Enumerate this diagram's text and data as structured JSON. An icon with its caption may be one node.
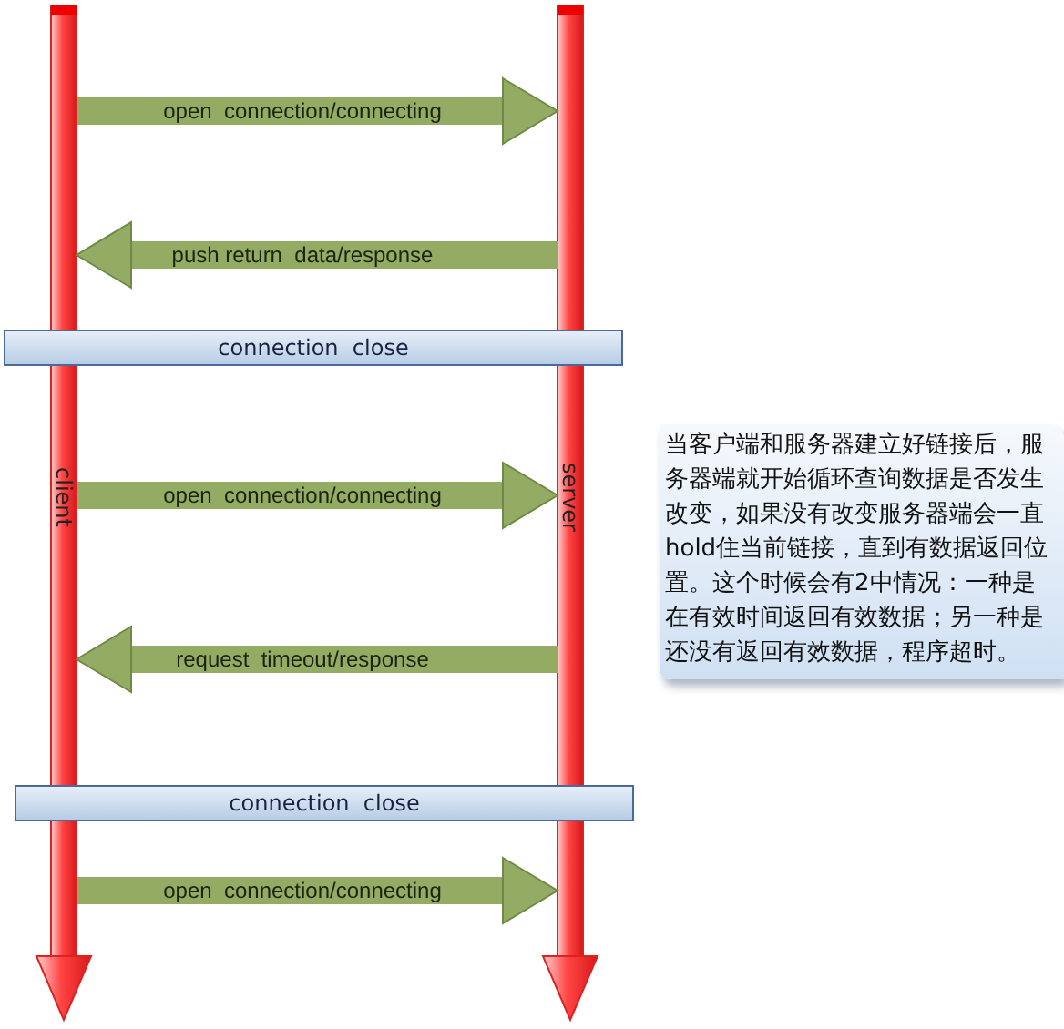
{
  "diagram": {
    "nodes": [
      {
        "text": [
          "client"
        ]
      },
      {
        "text": [
          "server"
        ]
      },
      {
        "text": [
          "connection  close"
        ]
      },
      {
        "text": [
          "connection  close"
        ]
      },
      {
        "text": [
          "当客户端和服务器建立好链接后，服务器端就开始循环查询数据是否发生改变，如果没有改变服务器端会一直hold住当前链接，直到有数据返回位置。这个时候会有2中情况：一种是在有效时间返回有效数据；另一种是还没有返回有效数据，程序超时。"
        ]
      }
    ],
    "edges": [
      {
        "from": 0,
        "to": 1,
        "arrow": "to",
        "label": "open  connection/connecting"
      },
      {
        "from": 1,
        "to": 0,
        "arrow": "to",
        "label": "push return  data/response"
      },
      {
        "from": 0,
        "to": 1,
        "arrow": "to",
        "label": "open  connection/connecting"
      },
      {
        "from": 1,
        "to": 0,
        "arrow": "to",
        "label": "request  timeout/response"
      },
      {
        "from": 0,
        "to": 1,
        "arrow": "to",
        "label": "open  connection/connecting"
      }
    ]
  }
}
